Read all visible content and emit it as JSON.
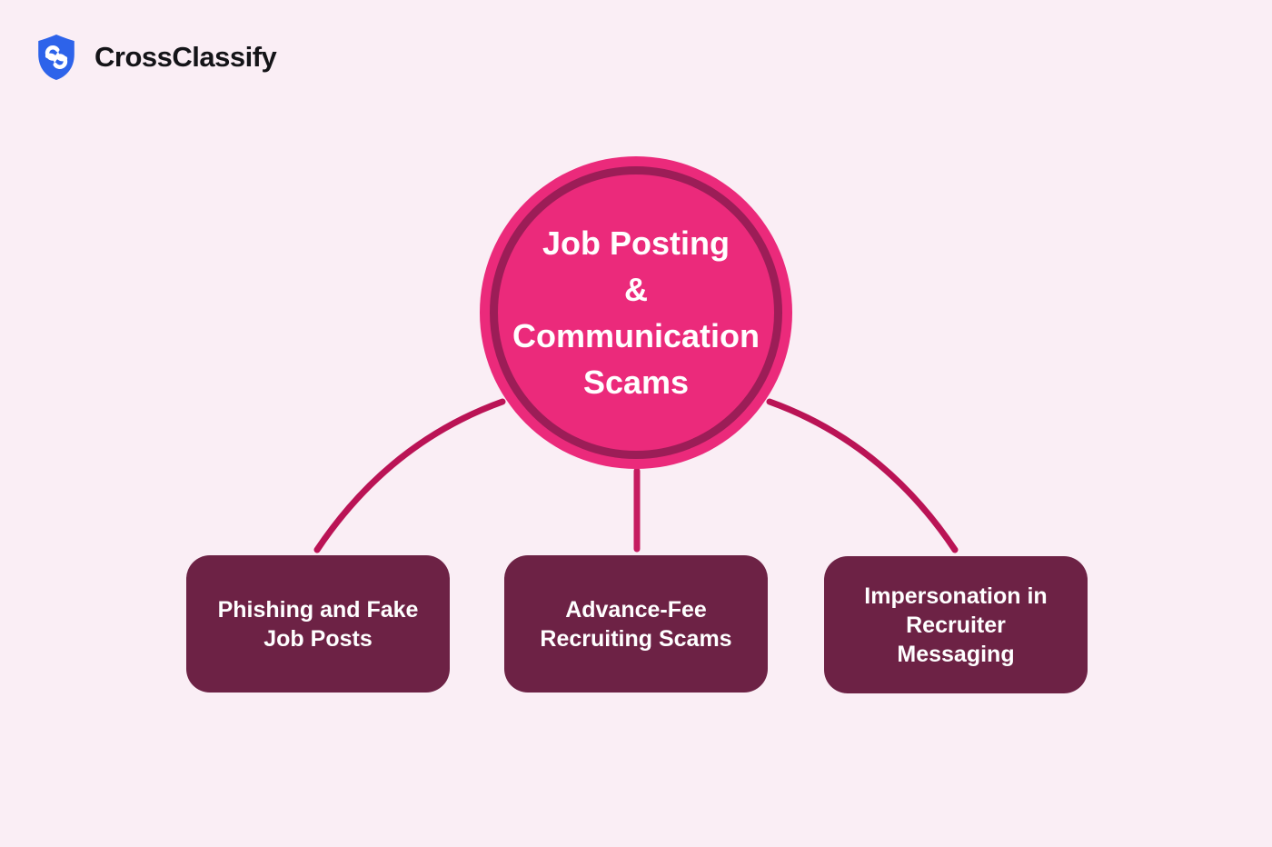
{
  "brand": {
    "name": "CrossClassify",
    "logo_icon": "shield-swirl-icon"
  },
  "diagram": {
    "hub": {
      "label": "Job Posting & Communication Scams",
      "lines": [
        "Job Posting",
        "&",
        "Communication",
        "Scams"
      ]
    },
    "nodes": [
      {
        "id": "phishing-fake-job-posts",
        "label": "Phishing and Fake Job Posts",
        "lines": [
          "Phishing and Fake",
          "Job Posts"
        ]
      },
      {
        "id": "advance-fee-recruiting-scams",
        "label": "Advance-Fee Recruiting Scams",
        "lines": [
          "Advance-Fee",
          "Recruiting Scams"
        ]
      },
      {
        "id": "impersonation-recruiter-messaging",
        "label": "Impersonation in Recruiter Messaging",
        "lines": [
          "Impersonation in",
          "Recruiter",
          "Messaging"
        ]
      }
    ]
  },
  "colors": {
    "background": "#FAEEF5",
    "hub_fill": "#EB2A7B",
    "hub_ring": "#9C1D57",
    "node_fill": "#6D2245",
    "connector_side": "#BA1355",
    "connector_center": "#C51C60",
    "text_light": "#FFFFFF",
    "brand_text": "#141418",
    "logo_blue": "#2D63EA"
  }
}
